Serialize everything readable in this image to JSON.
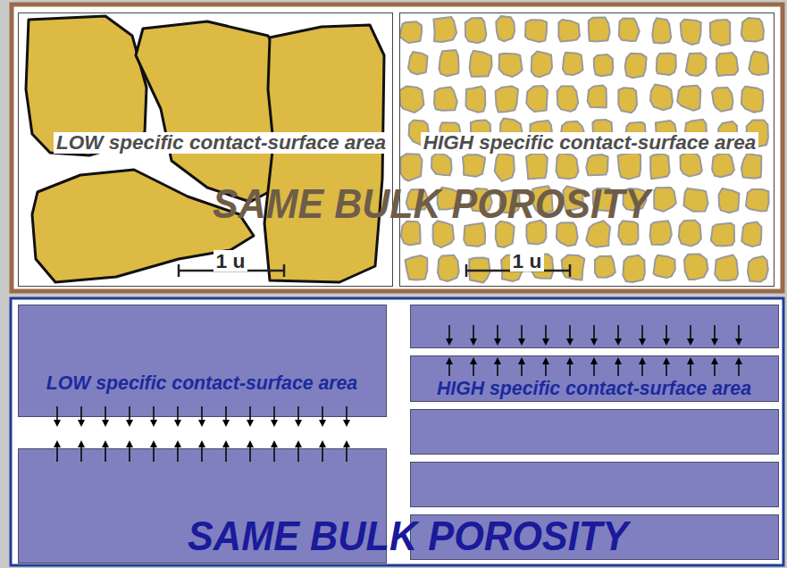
{
  "diagram": {
    "nodes": [
      {
        "text": [
          "LOW specific contact-surface area",
          "1 u"
        ]
      },
      {
        "text": [
          "HIGH specific contact-surface area",
          "1 u"
        ]
      },
      {
        "text": [
          "LOW specific contact-surface area"
        ]
      },
      {
        "text": [
          "HIGH specific contact-surface area"
        ]
      }
    ],
    "labels": [
      "SAME BULK POROSITY",
      "SAME BULK POROSITY"
    ]
  }
}
